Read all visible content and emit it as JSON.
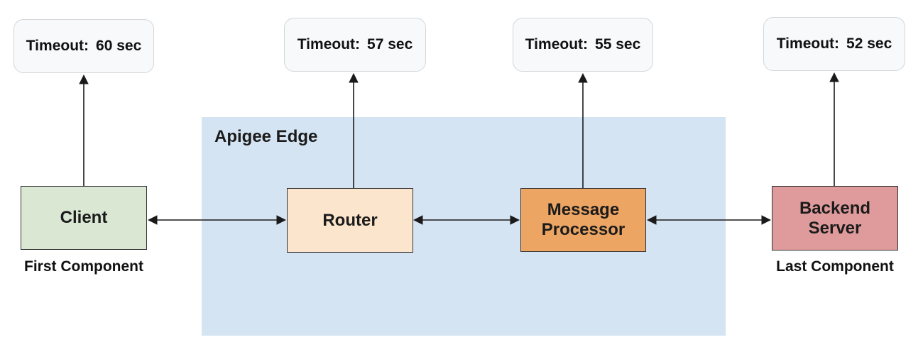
{
  "region": {
    "label": "Apigee Edge",
    "bg": "#d5e4f2"
  },
  "components": [
    {
      "name": "Client",
      "role": "First Component",
      "timeout_label": "Timeout:",
      "timeout_value": "60 sec",
      "color": "#d9e7d3"
    },
    {
      "name": "Router",
      "timeout_label": "Timeout:",
      "timeout_value": "57 sec",
      "color": "#fbe5cc"
    },
    {
      "name": "Message Processor",
      "timeout_label": "Timeout:",
      "timeout_value": "55 sec",
      "color": "#eda564"
    },
    {
      "name": "Backend Server",
      "role": "Last Component",
      "timeout_label": "Timeout:",
      "timeout_value": "52 sec",
      "color": "#df9b9b"
    }
  ],
  "connections": [
    {
      "from": "Client",
      "to": "Router",
      "type": "bidirectional"
    },
    {
      "from": "Router",
      "to": "Message Processor",
      "type": "bidirectional"
    },
    {
      "from": "Message Processor",
      "to": "Backend Server",
      "type": "bidirectional"
    }
  ]
}
